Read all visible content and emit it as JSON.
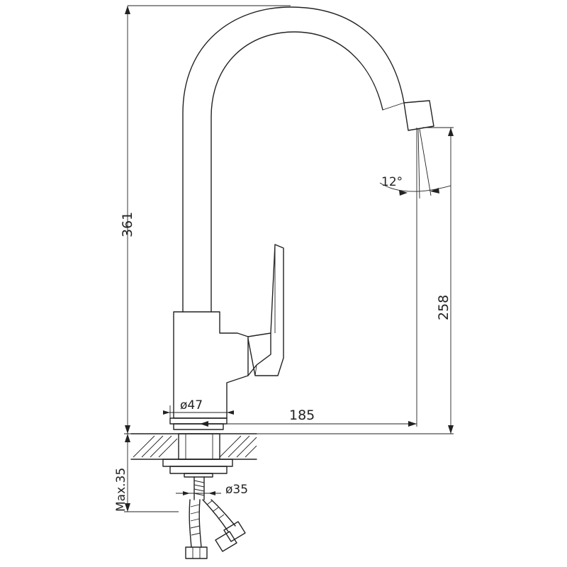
{
  "dimensions": {
    "total_height": "361",
    "spout_height": "258",
    "spout_reach": "185",
    "body_diameter": "ø47",
    "thread_diameter": "ø35",
    "max_thickness": "Max.35",
    "swivel_angle": "12°"
  }
}
